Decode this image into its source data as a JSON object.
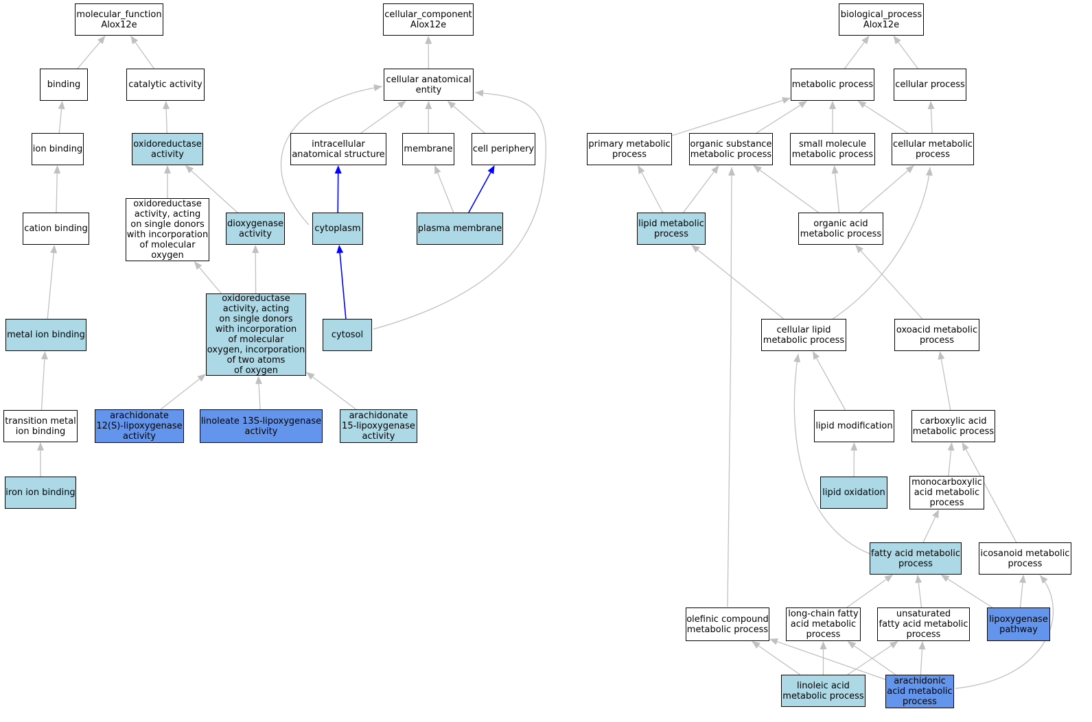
{
  "colors": {
    "plain_fill": "#ffffff",
    "annotated_fill": "#add8e6",
    "direct_annotation_fill": "#6495ed",
    "edge_is_a": "#c0c0c0",
    "edge_part_of": "#0000ff"
  },
  "nodes": {
    "mf_root": {
      "label": "molecular_function\nAlox12e",
      "style": "plain"
    },
    "binding": {
      "label": "binding",
      "style": "plain"
    },
    "catalytic": {
      "label": "catalytic activity",
      "style": "plain"
    },
    "ion_binding": {
      "label": "ion binding",
      "style": "plain"
    },
    "oxidoreductase": {
      "label": "oxidoreductase\nactivity",
      "style": "light"
    },
    "cation_binding": {
      "label": "cation binding",
      "style": "plain"
    },
    "oxred_single": {
      "label": "oxidoreductase\nactivity, acting\non single donors\nwith incorporation\nof molecular\noxygen",
      "style": "plain"
    },
    "dioxygenase": {
      "label": "dioxygenase\nactivity",
      "style": "light"
    },
    "metal_ion": {
      "label": "metal ion binding",
      "style": "light"
    },
    "oxred_two": {
      "label": "oxidoreductase\nactivity, acting\non single donors\nwith incorporation\nof molecular\noxygen, incorporation\nof two atoms\nof oxygen",
      "style": "light"
    },
    "transition_metal": {
      "label": "transition metal\nion binding",
      "style": "plain"
    },
    "iron_ion": {
      "label": "iron ion binding",
      "style": "light"
    },
    "ara12s": {
      "label": "arachidonate\n12(S)-lipoxygenase\nactivity",
      "style": "dark"
    },
    "lin13s": {
      "label": "linoleate 13S-lipoxygenase\nactivity",
      "style": "dark"
    },
    "ara15": {
      "label": "arachidonate\n15-lipoxygenase\nactivity",
      "style": "light"
    },
    "cc_root": {
      "label": "cellular_component\nAlox12e",
      "style": "plain"
    },
    "cell_anat": {
      "label": "cellular anatomical\nentity",
      "style": "plain"
    },
    "intracellular": {
      "label": "intracellular\nanatomical structure",
      "style": "plain"
    },
    "membrane": {
      "label": "membrane",
      "style": "plain"
    },
    "cell_periphery": {
      "label": "cell periphery",
      "style": "plain"
    },
    "cytoplasm": {
      "label": "cytoplasm",
      "style": "light"
    },
    "plasma_membrane": {
      "label": "plasma membrane",
      "style": "light"
    },
    "cytosol": {
      "label": "cytosol",
      "style": "light"
    },
    "bp_root": {
      "label": "biological_process\nAlox12e",
      "style": "plain"
    },
    "metabolic": {
      "label": "metabolic process",
      "style": "plain"
    },
    "cellular_proc": {
      "label": "cellular process",
      "style": "plain"
    },
    "primary_met": {
      "label": "primary metabolic\nprocess",
      "style": "plain"
    },
    "organic_sub": {
      "label": "organic substance\nmetabolic process",
      "style": "plain"
    },
    "small_mol": {
      "label": "small molecule\nmetabolic process",
      "style": "plain"
    },
    "cellular_met": {
      "label": "cellular metabolic\nprocess",
      "style": "plain"
    },
    "lipid_met": {
      "label": "lipid metabolic\nprocess",
      "style": "light"
    },
    "organic_acid": {
      "label": "organic acid\nmetabolic process",
      "style": "plain"
    },
    "cell_lipid": {
      "label": "cellular lipid\nmetabolic process",
      "style": "plain"
    },
    "oxoacid": {
      "label": "oxoacid metabolic\nprocess",
      "style": "plain"
    },
    "lipid_mod": {
      "label": "lipid modification",
      "style": "plain"
    },
    "carboxylic": {
      "label": "carboxylic acid\nmetabolic process",
      "style": "plain"
    },
    "lipid_ox": {
      "label": "lipid oxidation",
      "style": "light"
    },
    "monocarbox": {
      "label": "monocarboxylic\nacid metabolic\nprocess",
      "style": "plain"
    },
    "fatty_acid": {
      "label": "fatty acid metabolic\nprocess",
      "style": "light"
    },
    "icosanoid": {
      "label": "icosanoid metabolic\nprocess",
      "style": "plain"
    },
    "olefinic": {
      "label": "olefinic compound\nmetabolic process",
      "style": "plain"
    },
    "long_chain": {
      "label": "long-chain fatty\nacid metabolic\nprocess",
      "style": "plain"
    },
    "unsaturated": {
      "label": "unsaturated\nfatty acid metabolic\nprocess",
      "style": "plain"
    },
    "lipoxygenase": {
      "label": "lipoxygenase\npathway",
      "style": "dark"
    },
    "linoleic": {
      "label": "linoleic acid\nmetabolic process",
      "style": "light"
    },
    "arachidonic": {
      "label": "arachidonic\nacid metabolic\nprocess",
      "style": "dark"
    }
  },
  "edges": [
    {
      "from": "binding",
      "to": "mf_root",
      "rel": "is_a"
    },
    {
      "from": "catalytic",
      "to": "mf_root",
      "rel": "is_a"
    },
    {
      "from": "ion_binding",
      "to": "binding",
      "rel": "is_a"
    },
    {
      "from": "oxidoreductase",
      "to": "catalytic",
      "rel": "is_a"
    },
    {
      "from": "cation_binding",
      "to": "ion_binding",
      "rel": "is_a"
    },
    {
      "from": "oxred_single",
      "to": "oxidoreductase",
      "rel": "is_a"
    },
    {
      "from": "dioxygenase",
      "to": "oxidoreductase",
      "rel": "is_a"
    },
    {
      "from": "metal_ion",
      "to": "cation_binding",
      "rel": "is_a"
    },
    {
      "from": "oxred_two",
      "to": "oxred_single",
      "rel": "is_a"
    },
    {
      "from": "oxred_two",
      "to": "dioxygenase",
      "rel": "is_a"
    },
    {
      "from": "transition_metal",
      "to": "metal_ion",
      "rel": "is_a"
    },
    {
      "from": "iron_ion",
      "to": "transition_metal",
      "rel": "is_a"
    },
    {
      "from": "ara12s",
      "to": "oxred_two",
      "rel": "is_a"
    },
    {
      "from": "lin13s",
      "to": "oxred_two",
      "rel": "is_a"
    },
    {
      "from": "ara15",
      "to": "oxred_two",
      "rel": "is_a"
    },
    {
      "from": "cell_anat",
      "to": "cc_root",
      "rel": "is_a"
    },
    {
      "from": "intracellular",
      "to": "cell_anat",
      "rel": "is_a"
    },
    {
      "from": "membrane",
      "to": "cell_anat",
      "rel": "is_a"
    },
    {
      "from": "cell_periphery",
      "to": "cell_anat",
      "rel": "is_a"
    },
    {
      "from": "cytoplasm",
      "to": "cell_anat",
      "rel": "is_a"
    },
    {
      "from": "cytosol",
      "to": "cell_anat",
      "rel": "is_a"
    },
    {
      "from": "cytoplasm",
      "to": "intracellular",
      "rel": "part_of"
    },
    {
      "from": "plasma_membrane",
      "to": "membrane",
      "rel": "is_a"
    },
    {
      "from": "plasma_membrane",
      "to": "cell_periphery",
      "rel": "part_of"
    },
    {
      "from": "cytosol",
      "to": "cytoplasm",
      "rel": "part_of"
    },
    {
      "from": "metabolic",
      "to": "bp_root",
      "rel": "is_a"
    },
    {
      "from": "cellular_proc",
      "to": "bp_root",
      "rel": "is_a"
    },
    {
      "from": "primary_met",
      "to": "metabolic",
      "rel": "is_a"
    },
    {
      "from": "organic_sub",
      "to": "metabolic",
      "rel": "is_a"
    },
    {
      "from": "small_mol",
      "to": "metabolic",
      "rel": "is_a"
    },
    {
      "from": "cellular_met",
      "to": "metabolic",
      "rel": "is_a"
    },
    {
      "from": "cellular_met",
      "to": "cellular_proc",
      "rel": "is_a"
    },
    {
      "from": "lipid_met",
      "to": "primary_met",
      "rel": "is_a"
    },
    {
      "from": "lipid_met",
      "to": "organic_sub",
      "rel": "is_a"
    },
    {
      "from": "organic_acid",
      "to": "organic_sub",
      "rel": "is_a"
    },
    {
      "from": "organic_acid",
      "to": "small_mol",
      "rel": "is_a"
    },
    {
      "from": "organic_acid",
      "to": "cellular_met",
      "rel": "is_a"
    },
    {
      "from": "cell_lipid",
      "to": "lipid_met",
      "rel": "is_a"
    },
    {
      "from": "cell_lipid",
      "to": "cellular_met",
      "rel": "is_a"
    },
    {
      "from": "oxoacid",
      "to": "organic_acid",
      "rel": "is_a"
    },
    {
      "from": "lipid_mod",
      "to": "cell_lipid",
      "rel": "is_a"
    },
    {
      "from": "carboxylic",
      "to": "oxoacid",
      "rel": "is_a"
    },
    {
      "from": "lipid_ox",
      "to": "lipid_mod",
      "rel": "is_a"
    },
    {
      "from": "monocarbox",
      "to": "carboxylic",
      "rel": "is_a"
    },
    {
      "from": "fatty_acid",
      "to": "monocarbox",
      "rel": "is_a"
    },
    {
      "from": "fatty_acid",
      "to": "cell_lipid",
      "rel": "is_a"
    },
    {
      "from": "icosanoid",
      "to": "carboxylic",
      "rel": "is_a"
    },
    {
      "from": "olefinic",
      "to": "organic_sub",
      "rel": "is_a"
    },
    {
      "from": "long_chain",
      "to": "fatty_acid",
      "rel": "is_a"
    },
    {
      "from": "unsaturated",
      "to": "fatty_acid",
      "rel": "is_a"
    },
    {
      "from": "lipoxygenase",
      "to": "fatty_acid",
      "rel": "is_a"
    },
    {
      "from": "lipoxygenase",
      "to": "icosanoid",
      "rel": "is_a"
    },
    {
      "from": "linoleic",
      "to": "olefinic",
      "rel": "is_a"
    },
    {
      "from": "linoleic",
      "to": "long_chain",
      "rel": "is_a"
    },
    {
      "from": "linoleic",
      "to": "unsaturated",
      "rel": "is_a"
    },
    {
      "from": "arachidonic",
      "to": "olefinic",
      "rel": "is_a"
    },
    {
      "from": "arachidonic",
      "to": "long_chain",
      "rel": "is_a"
    },
    {
      "from": "arachidonic",
      "to": "unsaturated",
      "rel": "is_a"
    },
    {
      "from": "arachidonic",
      "to": "icosanoid",
      "rel": "is_a"
    }
  ]
}
